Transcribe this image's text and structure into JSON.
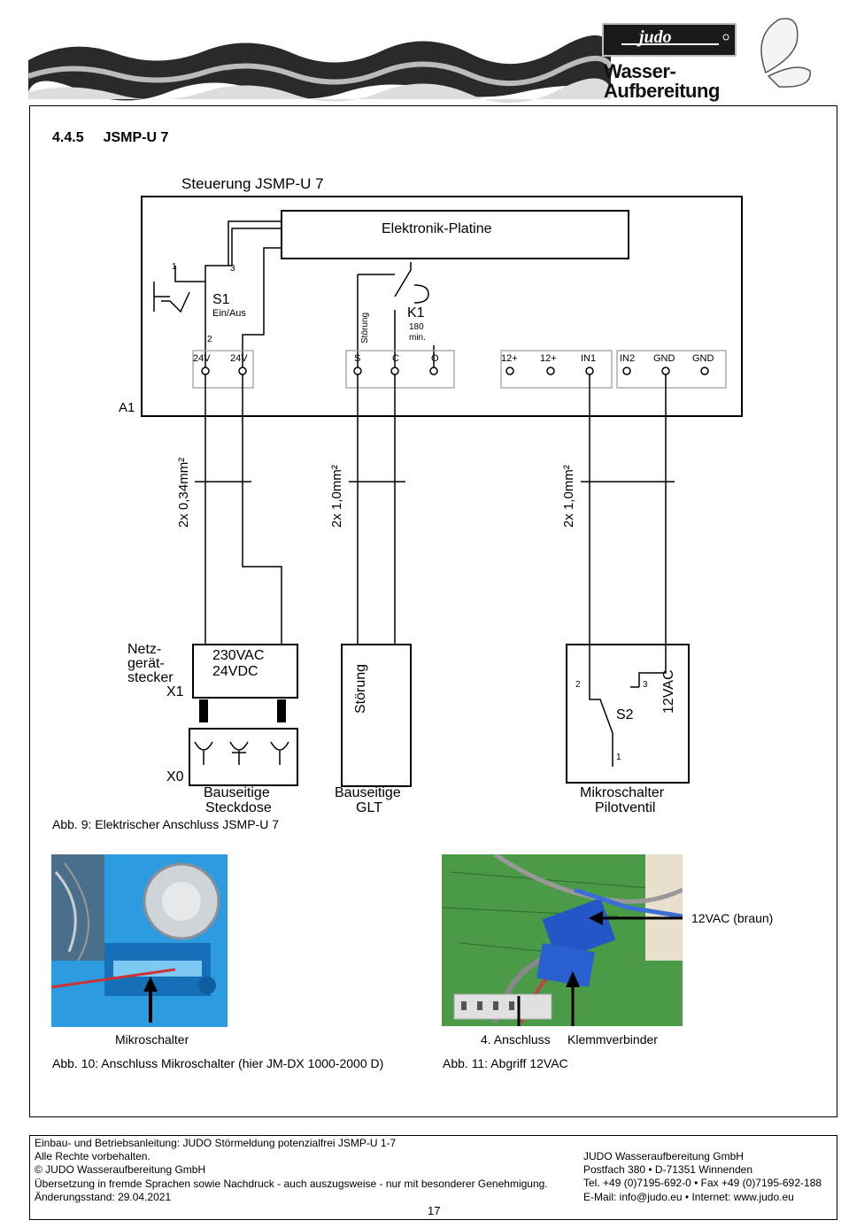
{
  "header": {
    "logo_brand": "judo",
    "logo_line1": "Wasser-",
    "logo_line2": "Aufbereitung"
  },
  "section": {
    "number": "4.4.5",
    "title": "JSMP-U 7"
  },
  "diagram": {
    "title": "Steuerung JSMP-U 7",
    "board_label": "Elektronik-Platine",
    "switch_s1": "S1",
    "switch_s1_sub": "Ein/Aus",
    "pin1": "1",
    "pin2": "2",
    "pin3": "3",
    "relay_k1": "K1",
    "relay_time": "180",
    "relay_unit": "min.",
    "stoerung_small": "Störung",
    "terminals_24v": [
      "24V",
      "24V"
    ],
    "terminals_scO": [
      "S",
      "C",
      "O"
    ],
    "terminals_12": [
      "12+",
      "12+",
      "IN1"
    ],
    "terminals_gnd": [
      "IN2",
      "GND",
      "GND"
    ],
    "a1": "A1",
    "cable1": "2x 0,34mm²",
    "cable2": "2x 1,0mm²",
    "cable3": "2x 1,0mm²",
    "psu_label_1": "Netz-",
    "psu_label_2": "gerät-",
    "psu_label_3": "stecker",
    "psu_label_4": "X1",
    "psu_voltage_1": "230VAC",
    "psu_voltage_2": "24VDC",
    "x0": "X0",
    "socket_1": "Bauseitige",
    "socket_2": "Steckdose",
    "glt_box": "Störung",
    "glt_1": "Bauseitige",
    "glt_2": "GLT",
    "s2": "S2",
    "s2_pin2": "2",
    "s2_pin3": "3",
    "s2_pin1": "1",
    "s2_voltage": "12VAC",
    "micro_1": "Mikroschalter",
    "micro_2": "Pilotventil"
  },
  "captions": {
    "fig9": "Abb. 9: Elektrischer Anschluss JSMP-U 7",
    "fig10": "Abb. 10: Anschluss Mikroschalter (hier JM-DX 1000-2000 D)",
    "fig11": "Abb. 11: Abgriff 12VAC"
  },
  "photo_labels": {
    "mikroschalter": "Mikroschalter",
    "anschluss": "4. Anschluss",
    "klemm": "Klemmverbinder",
    "braun": "12VAC (braun)"
  },
  "footer": {
    "line1": "Einbau- und Betriebsanleitung: JUDO Störmeldung potenzialfrei JSMP-U 1-7",
    "line2": "Alle Rechte vorbehalten.",
    "line3": "© JUDO Wasseraufbereitung GmbH",
    "line4": "Übersetzung in fremde Sprachen sowie Nachdruck - auch auszugsweise - nur mit besonderer Genehmigung.",
    "line5": "Änderungsstand: 29.04.2021",
    "company": "JUDO Wasseraufbereitung GmbH",
    "address": "Postfach 380 • D-71351 Winnenden",
    "phone": "Tel. +49 (0)7195-692-0 • Fax +49 (0)7195-692-188",
    "email": "E-Mail: info@judo.eu • Internet: www.judo.eu",
    "page": "17"
  }
}
